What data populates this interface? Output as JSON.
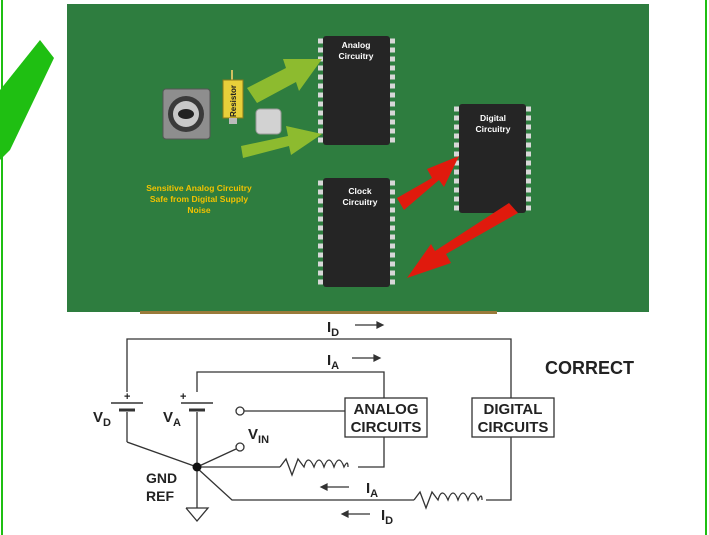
{
  "board": {
    "analog_chip": [
      "Analog",
      "Circuitry"
    ],
    "digital_chip": [
      "Digital",
      "Circuitry"
    ],
    "clock_chip": [
      "Clock",
      "Circuitry"
    ],
    "resistor_label": "Resistor",
    "annotation": [
      "Sensitive Analog Circuitry",
      "Safe from Digital Supply",
      "Noise"
    ],
    "colors": {
      "board": "#2e7d3f",
      "chip": "#252525",
      "green_arrow": "#8dbb2f",
      "red_arrow": "#e01a0d",
      "annotation": "#f2c200",
      "check": "#1fbf12"
    }
  },
  "schematic": {
    "title": "CORRECT",
    "id_top": {
      "main": "I",
      "sub": "D"
    },
    "ia_top": {
      "main": "I",
      "sub": "A"
    },
    "vd": {
      "main": "V",
      "sub": "D"
    },
    "va": {
      "main": "V",
      "sub": "A"
    },
    "vin": {
      "main": "V",
      "sub": "IN"
    },
    "gnd": [
      "GND",
      "REF"
    ],
    "analog_box": [
      "ANALOG",
      "CIRCUITS"
    ],
    "digital_box": [
      "DIGITAL",
      "CIRCUITS"
    ],
    "ia_bottom": {
      "main": "I",
      "sub": "A"
    },
    "id_bottom": {
      "main": "I",
      "sub": "D"
    },
    "plus": "+"
  }
}
